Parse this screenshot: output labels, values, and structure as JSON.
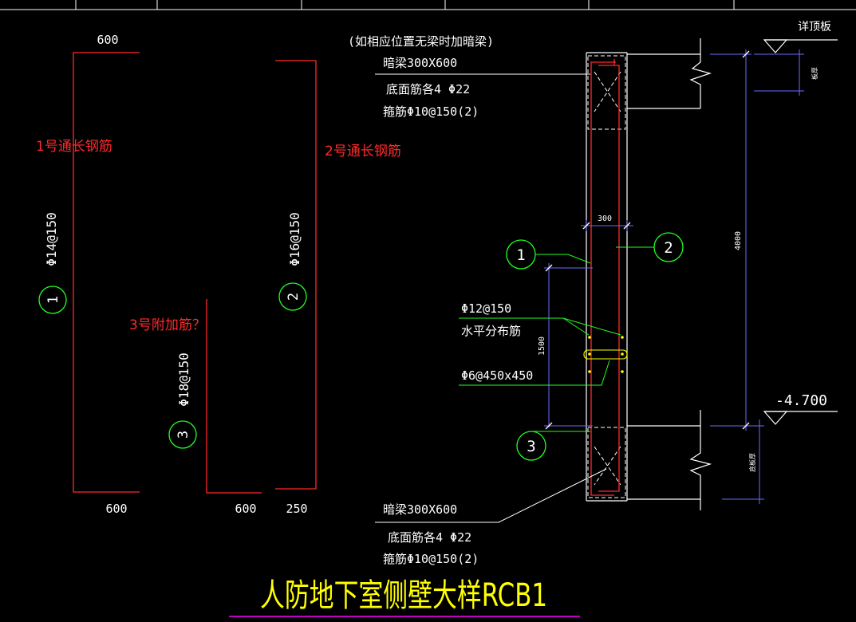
{
  "colors": {
    "background": "#000000",
    "rebar_red": "#ff2a2a",
    "line_white": "#ffffff",
    "leader_green": "#22ff22",
    "dimension_blue": "#6b6bff",
    "title_yellow": "#ffff00",
    "underline_magenta": "#ff00ff"
  },
  "title": "人防地下室侧壁大样RCB1",
  "left_schedule": {
    "bar1": {
      "dim_top": "600",
      "dim_bottom": "600",
      "spec": "Φ14@150",
      "number": "1",
      "annotation": "1号通长钢筋"
    },
    "bar2": {
      "spec": "Φ16@150",
      "number": "2",
      "annotation": "2号通长钢筋"
    },
    "bar3": {
      "dim_bottom_left": "600",
      "dim_bottom_right": "250",
      "spec": "Φ18@150",
      "number": "3",
      "annotation": "3号附加筋？"
    }
  },
  "section": {
    "top_note": "(如相应位置无梁时加暗梁)",
    "top_beam": "暗梁300X600",
    "top_bottom_bars": "底面筋各4 Φ22",
    "top_stirrups": "箍筋Φ10@150(2)",
    "bottom_beam": "暗梁300X600",
    "bottom_bottom_bars": "底面筋各4 Φ22",
    "bottom_stirrups": "箍筋Φ10@150(2)",
    "horizontal_bars_spec": "Φ12@150",
    "horizontal_bars_label": "水平分布筋",
    "tie_bars": "Φ6@450x450",
    "wall_thickness": "300",
    "wall_height": "4000",
    "lap_length": "1500",
    "top_level_label": "详顶板",
    "bottom_level": "-4.700",
    "top_slab_dim": "板厚",
    "bottom_slab_dim": "底板厚",
    "callout_1": "1",
    "callout_2": "2",
    "callout_3": "3"
  }
}
